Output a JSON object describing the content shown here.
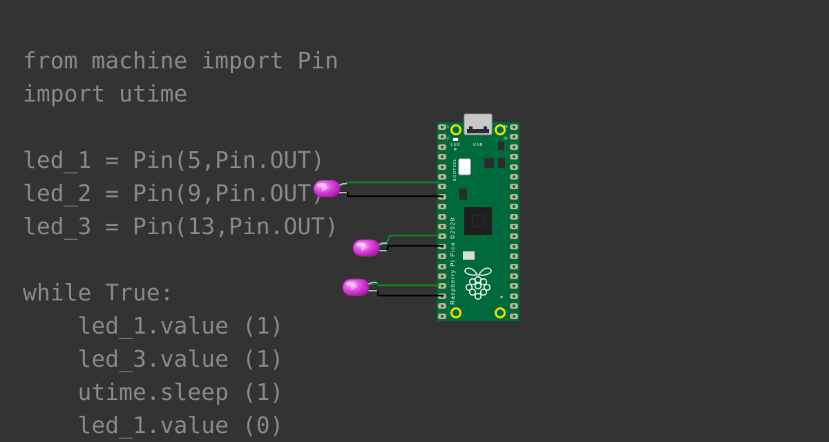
{
  "code": {
    "lines": [
      "from machine import Pin",
      "import utime",
      "",
      "led_1 = Pin(5,Pin.OUT)",
      "led_2 = Pin(9,Pin.OUT)",
      "led_3 = Pin(13,Pin.OUT)",
      "",
      "while True:",
      "    led_1.value (1)",
      "    led_3.value (1)",
      "    utime.sleep (1)",
      "    led_1.value (0)"
    ]
  },
  "board": {
    "name_label": "Raspberry Pi Pico ©2020",
    "bootsel_label": "BOOTSEL",
    "led_label": "LED",
    "usb_label": "USB",
    "pin_1": "1",
    "pin_2": "2",
    "pin_39": "39",
    "pin_40": "40",
    "board_color": "#00693c",
    "pad_color": "#c7b28f",
    "hole_color": "#f2e200"
  },
  "leds": {
    "color": "#d63ad6",
    "signal_wire_color": "#0a8a1a",
    "ground_wire_color": "#000000"
  }
}
